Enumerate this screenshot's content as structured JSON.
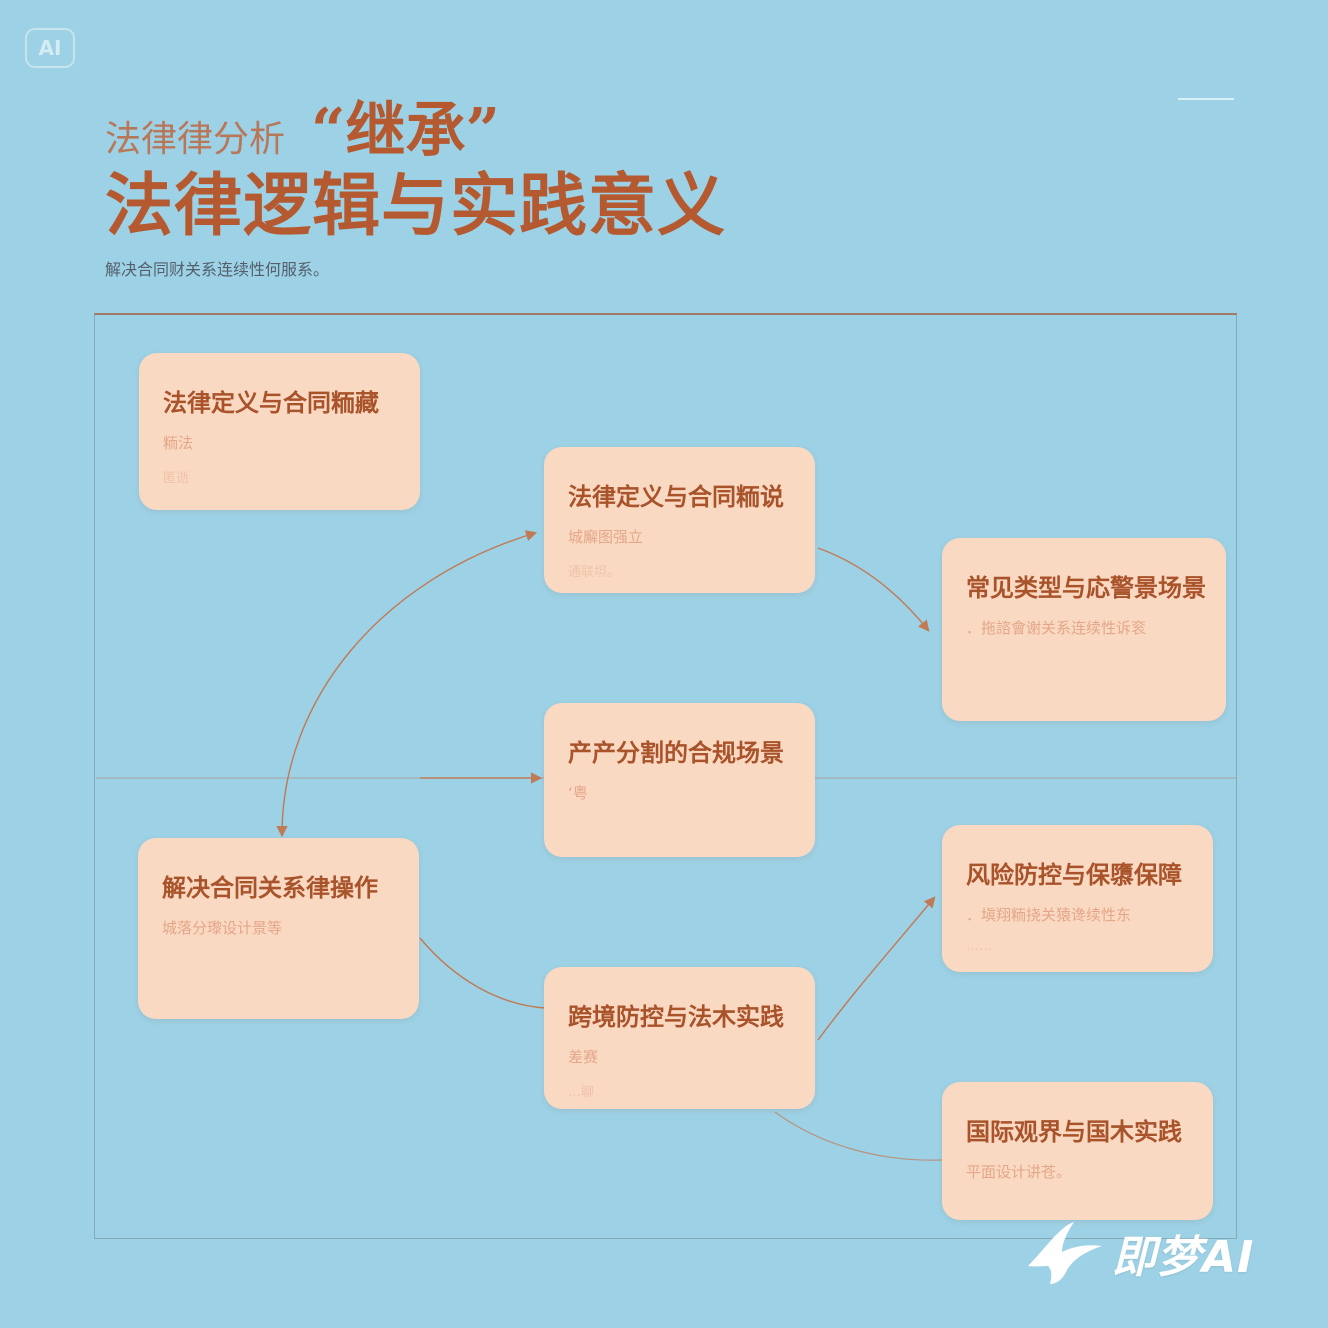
{
  "badge": {
    "text": "AI"
  },
  "header": {
    "kicker_sub": "法律律分析",
    "kicker_main": "“继承”",
    "title": "法律逻辑与实践意义",
    "subtitle": "解决合同财关系连续性何服系。"
  },
  "cards": [
    {
      "title": "法律定义与合同粫藏",
      "lines": [
        "粫法"
      ],
      "faint": [
        "匿逝"
      ]
    },
    {
      "title": "法律定义与合同粫说",
      "lines": [
        "城廨图强立"
      ],
      "faint": [
        "通联坦。"
      ]
    },
    {
      "title": "常见类型与応警景场景",
      "lines": [
        "．拖諮會谢关系连续性诉衮"
      ],
      "faint": []
    },
    {
      "title": "产产分割的合规场景",
      "lines": [
        "‘粤"
      ],
      "faint": []
    },
    {
      "title": "解决合同关系律操作",
      "lines": [
        "城落分瓈设计景等"
      ],
      "faint": []
    },
    {
      "title": "风险防控与保隳保障",
      "lines": [
        "．塡翔粫挠关猿谗续性东"
      ],
      "faint": [
        "……"
      ]
    },
    {
      "title": "跨境防控与法木实践",
      "lines": [
        "差赛"
      ],
      "faint": [
        "…聊"
      ]
    },
    {
      "title": "国际观界与国木实践",
      "lines": [
        "平面设计讲苍。"
      ],
      "faint": []
    }
  ],
  "colors": {
    "background": "#9dd1e5",
    "card": "#fad9c3",
    "accent": "#b55a30",
    "connector": "#c07a55"
  },
  "logo": {
    "icon": "swallow-logo-icon",
    "text": "即梦AI"
  }
}
